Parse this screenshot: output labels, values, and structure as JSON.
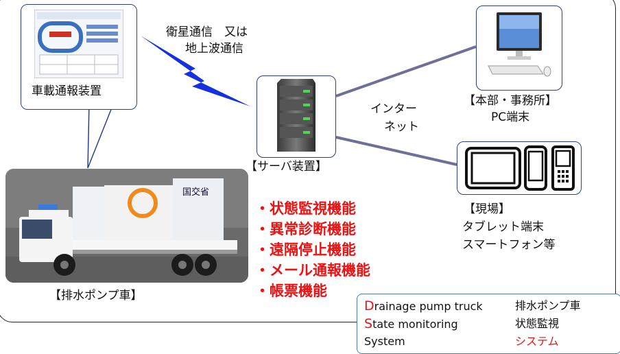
{
  "labels": {
    "comm": [
      "衛星通信　又は",
      "地上波通信"
    ],
    "device": "車載通報装置",
    "server": "【サーバ装置】",
    "internet": [
      "インター",
      "ネット"
    ],
    "office": [
      "【本部・事務所】",
      "PC端末"
    ],
    "field": [
      "【現場】",
      "タブレット端末",
      "スマートフォン等"
    ],
    "truck": "【排水ポンプ車】",
    "truck_sign": "国交省"
  },
  "features": [
    "状態監視機能",
    "異常診断機能",
    "遠隔停止機能",
    "メール通報機能",
    "帳票機能"
  ],
  "bullet": "・",
  "legend": {
    "rows": [
      {
        "initial": "D",
        "rest": "rainage pump truck",
        "ja": "排水ポンプ車"
      },
      {
        "initial": "S",
        "rest": "tate monitoring",
        "ja": "状態監視"
      },
      {
        "initial": "",
        "rest": "System",
        "ja": "システム"
      }
    ]
  },
  "colors": {
    "feature": "#ee1111",
    "line": "#6f6f9a",
    "lightning": "#1530e0",
    "panel_border": "#2b3f8a"
  }
}
